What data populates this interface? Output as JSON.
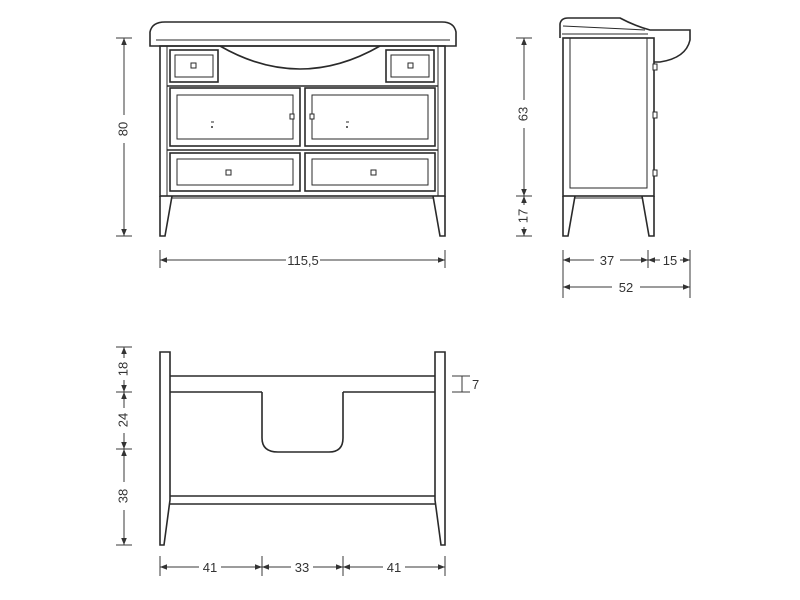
{
  "dimensions": {
    "front_width": "115,5",
    "front_height": "80",
    "side_upper": "63",
    "side_lower": "17",
    "side_depth": "37",
    "side_sink": "15",
    "side_total": "52",
    "back_top": "18",
    "back_middle": "24",
    "back_bottom": "38",
    "back_cutout_depth": "7",
    "back_left": "41",
    "back_center": "33",
    "back_right": "41"
  }
}
